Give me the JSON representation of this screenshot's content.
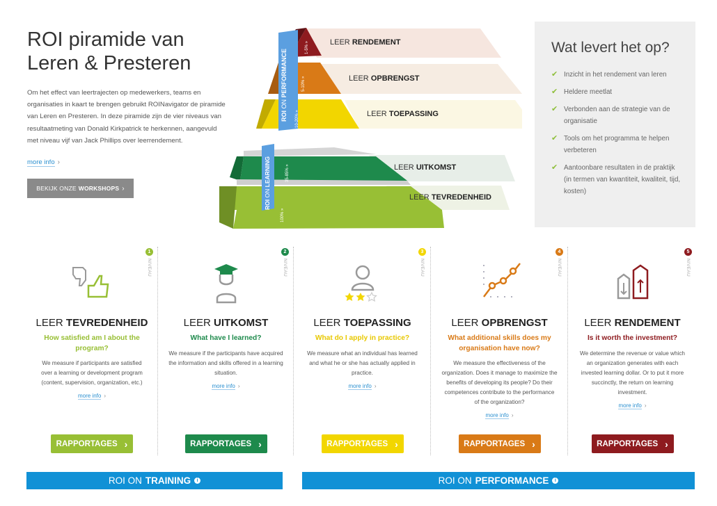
{
  "header": {
    "title": "ROI piramide van Leren & Presteren",
    "intro": "Om het effect van leertrajecten op medewerkers, teams en organisaties in kaart te brengen gebruikt ROINavigator de piramide van Leren en Presteren. In deze piramide zijn de vier niveaus van resultaatmeting van Donald Kirkpatrick te herkennen, aangevuld met niveau vijf van Jack Phillips over leerrendement.",
    "more_info": "more info",
    "workshops_prefix": "BEKIJK ONZE",
    "workshops_bold": "WORKSHOPS"
  },
  "pyramid": {
    "performance_label_a": "ROI",
    "performance_label_on": "ON",
    "performance_label_b": "PERFORMANCE",
    "learning_label_a": "ROI",
    "learning_label_on": "ON",
    "learning_label_b": "LEARNING",
    "levels": [
      {
        "prefix": "LEER",
        "name": "RENDEMENT",
        "pct": "1-5% »",
        "color": "#8e1b1f"
      },
      {
        "prefix": "LEER",
        "name": "OPBRENGST",
        "pct": "5-10% »",
        "color": "#d97a17"
      },
      {
        "prefix": "LEER",
        "name": "TOEPASSING",
        "pct": "10-20% »",
        "color": "#f2d600"
      },
      {
        "prefix": "LEER",
        "name": "UITKOMST",
        "pct": "35-85% »",
        "color": "#1e8a4c"
      },
      {
        "prefix": "LEER",
        "name": "TEVREDENHEID",
        "pct": "100% »",
        "color": "#98bf35"
      }
    ]
  },
  "panel": {
    "title": "Wat levert het op?",
    "items": [
      "Inzicht in het rendement van leren",
      "Heldere meetlat",
      "Verbonden aan de strategie van de organisatie",
      "Tools om het programma te helpen verbeteren",
      "Aantoonbare resultaten in de praktijk (in termen van kwantiteit, kwaliteit, tijd, kosten)"
    ]
  },
  "niveau_label": "NIVEAU",
  "cards": [
    {
      "num": "1",
      "icon": "thumbs-down-up-icon",
      "prefix": "LEER",
      "name": "TEVREDENHEID",
      "question": "How satisfied am I about the program?",
      "desc": "We measure if participants are satisfied over a learning or development program (content, supervision, organization, etc.)",
      "more": "more info",
      "button": "RAPPORTAGES",
      "color": "#98bf35"
    },
    {
      "num": "2",
      "icon": "graduate-icon",
      "prefix": "LEER",
      "name": "UITKOMST",
      "question": "What have I learned?",
      "desc": "We measure if the participants have acquired the information and skills offered in a learning situation.",
      "more": "more info",
      "button": "RAPPORTAGES",
      "color": "#1e8a4c"
    },
    {
      "num": "3",
      "icon": "person-stars-icon",
      "prefix": "LEER",
      "name": "TOEPASSING",
      "question": "What do I apply in practice?",
      "desc": "We measure what an individual has learned and what he or she has actually applied in practice.",
      "more": "more info",
      "button": "RAPPORTAGES",
      "color": "#f2d600"
    },
    {
      "num": "4",
      "icon": "line-chart-icon",
      "prefix": "LEER",
      "name": "OPBRENGST",
      "question": "What additional skills does my organisation have now?",
      "desc": "We measure the effectiveness of the organization. Does it manage to maximize the benefits of developing its people? Do their competences contribute to the performance of the organization?",
      "more": "more info",
      "button": "RAPPORTAGES",
      "color": "#d97a17"
    },
    {
      "num": "5",
      "icon": "houses-arrows-icon",
      "prefix": "LEER",
      "name": "RENDEMENT",
      "question": "Is it worth the investment?",
      "desc": "We determine the revenue or value which an organization generates with each invested learning dollar. Or to put it more succinctly, the return on learning investment.",
      "more": "more info",
      "button": "RAPPORTAGES",
      "color": "#8e1b1f"
    }
  ],
  "footer": {
    "training_a": "ROI ON",
    "training_b": "TRAINING",
    "performance_a": "ROI ON",
    "performance_b": "PERFORMANCE",
    "accent": "#1191d6"
  }
}
